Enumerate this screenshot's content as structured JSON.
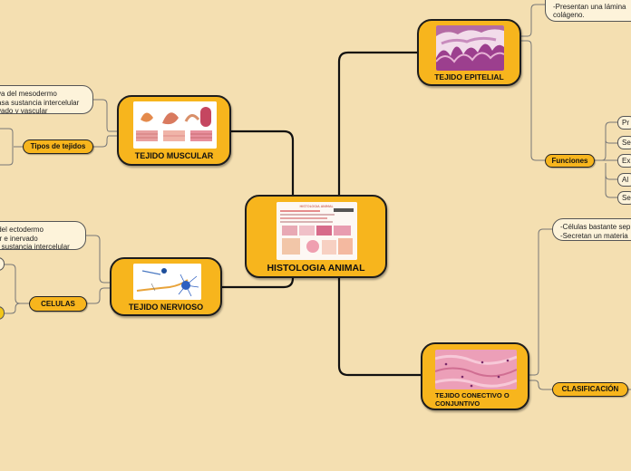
{
  "central": {
    "title": "HISTOLOGIA ANIMAL",
    "image_caption": "HISTOLOGIA ANIMAL"
  },
  "muscular": {
    "title": "TEJIDO MUSCULAR",
    "pill": "Tipos de tejidos",
    "note": "va del mesodermo\nasa sustancia intercelular\nvado y vascular"
  },
  "nervioso": {
    "title": "TEJIDO NERVIOSO",
    "pill": "CELULAS",
    "note": " del ectodermo\nar e inervado\na sustancia intercelular"
  },
  "epitelial": {
    "title": "TEJIDO EPITELIAL",
    "note": "-Es avascular\n-Presentan una lámina\ncolágeno.",
    "pill": "Funciones",
    "funciones": [
      "Pr",
      "Se",
      "Ex",
      "Al",
      "Se"
    ]
  },
  "conectivo": {
    "title": "TEJIDO CONECTIVO O CONJUNTIVO",
    "note": "-Células bastante sep\n-Secretan un materia",
    "pill": "CLASIFICACIÓN"
  },
  "colors": {
    "node": "#f7b51d",
    "background": "#f4dfb1",
    "note": "#fdf3da"
  }
}
